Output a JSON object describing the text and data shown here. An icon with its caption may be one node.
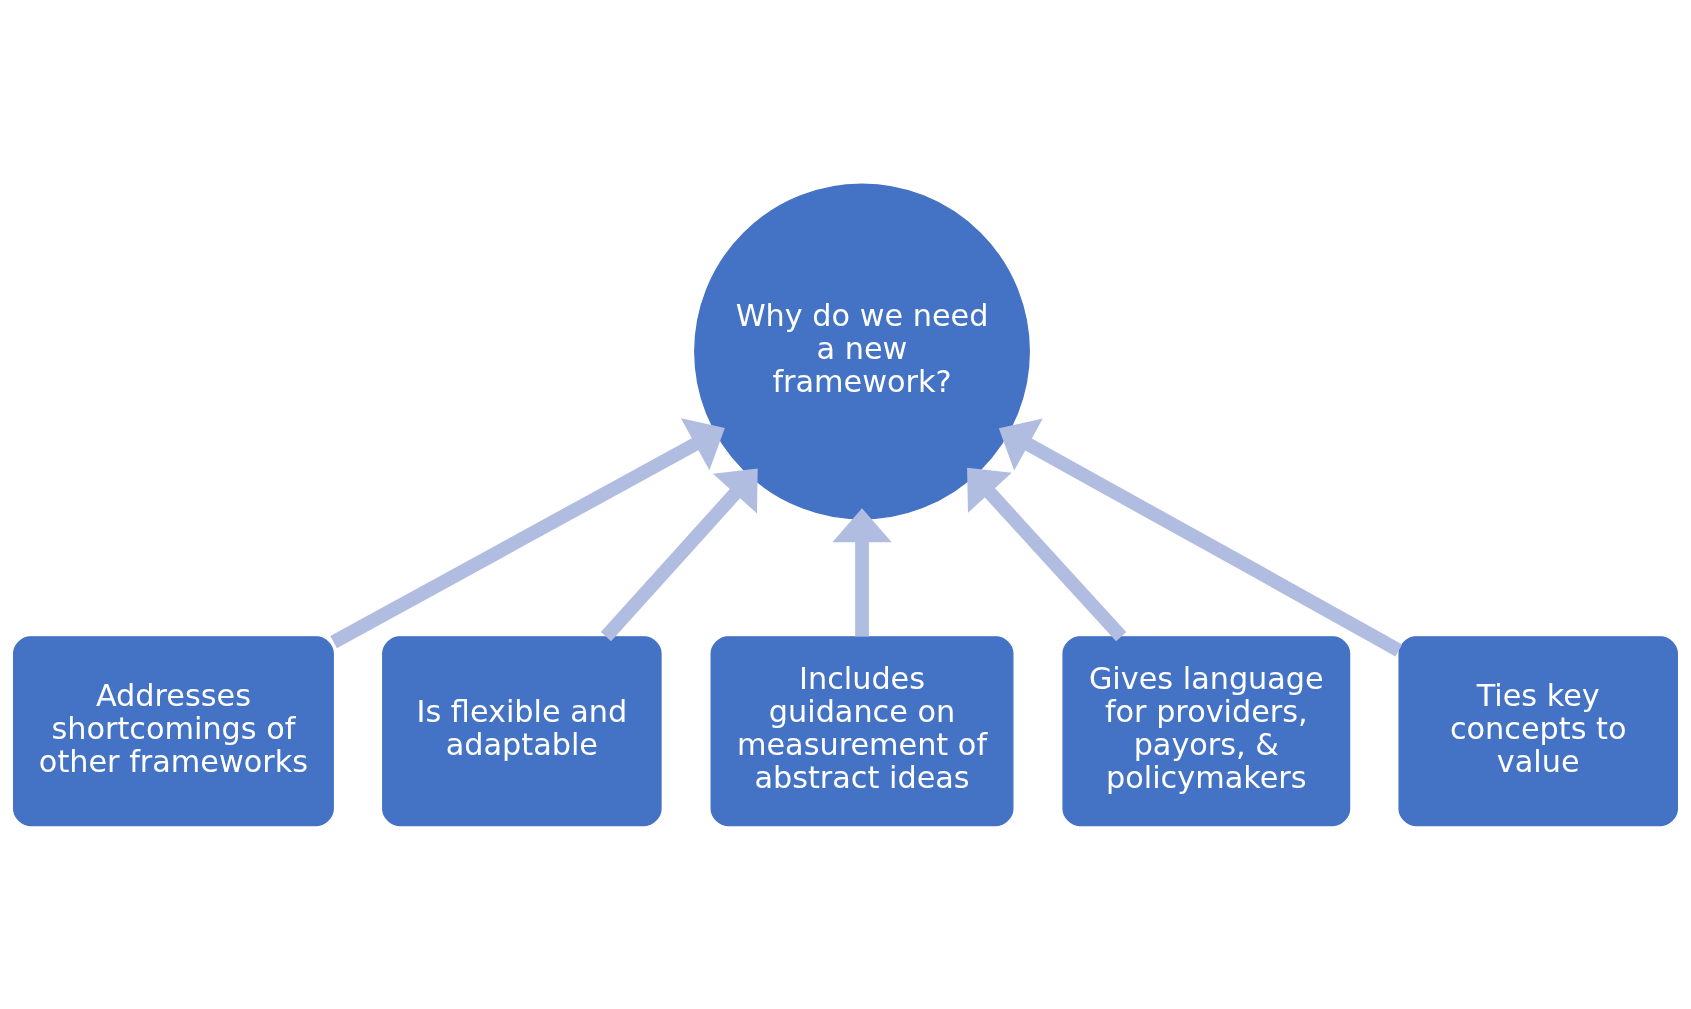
{
  "diagram": {
    "nodes": [
      {
        "text": [
          "Why do we need a new framework?"
        ]
      },
      {
        "text": [
          "Addresses shortcomings of other frameworks"
        ]
      },
      {
        "text": [
          "Ties key concepts to value"
        ]
      },
      {
        "text": [
          "Is flexible and adaptable"
        ]
      },
      {
        "text": [
          "Includes guidance on measurement of abstract ideas"
        ]
      },
      {
        "text": [
          "Gives language for providers, payors, & policymakers"
        ]
      }
    ],
    "edges": [
      {
        "from": 1,
        "to": 0,
        "arrow": "to"
      },
      {
        "from": 2,
        "to": 0,
        "arrow": "to"
      },
      {
        "from": 3,
        "to": 0,
        "arrow": "to"
      },
      {
        "from": 4,
        "to": 0,
        "arrow": "to"
      },
      {
        "from": 5,
        "to": 0,
        "arrow": "to"
      }
    ]
  }
}
